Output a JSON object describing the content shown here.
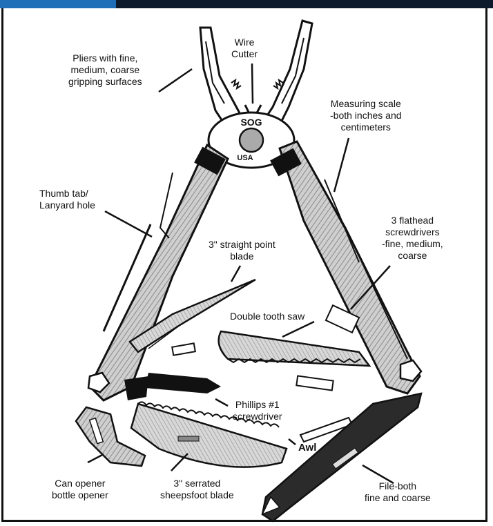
{
  "labels": {
    "wire_cutter": [
      "Wire",
      "Cutter"
    ],
    "pliers": [
      "Pliers with fine,",
      "medium, coarse",
      "gripping surfaces"
    ],
    "measuring_scale": [
      "Measuring scale",
      "-both inches and",
      "centimeters"
    ],
    "thumb_tab": [
      "Thumb tab/",
      "Lanyard hole"
    ],
    "straight_blade": [
      "3\" straight point",
      "blade"
    ],
    "flathead": [
      "3 flathead",
      "screwdrivers",
      "-fine, medium,",
      "coarse"
    ],
    "saw": [
      "Double tooth saw"
    ],
    "phillips": [
      "Phillips #1",
      "screwdriver"
    ],
    "awl": [
      "Awl"
    ],
    "can_opener": [
      "Can opener",
      "bottle opener"
    ],
    "serrated_blade": [
      "3\" serrated",
      "sheepsfoot blade"
    ],
    "file": [
      "File-both",
      "fine and coarse"
    ]
  },
  "tool_marking": {
    "brand": "SOG",
    "country": "USA"
  },
  "colors": {
    "top_bar_accent": "#1e6fb8",
    "top_bar_dark": "#0c1a2b",
    "ink": "#111111",
    "metal_shade": "#a9a9a9",
    "metal_light": "#d9d9d9",
    "file_dark": "#2b2b2b"
  }
}
